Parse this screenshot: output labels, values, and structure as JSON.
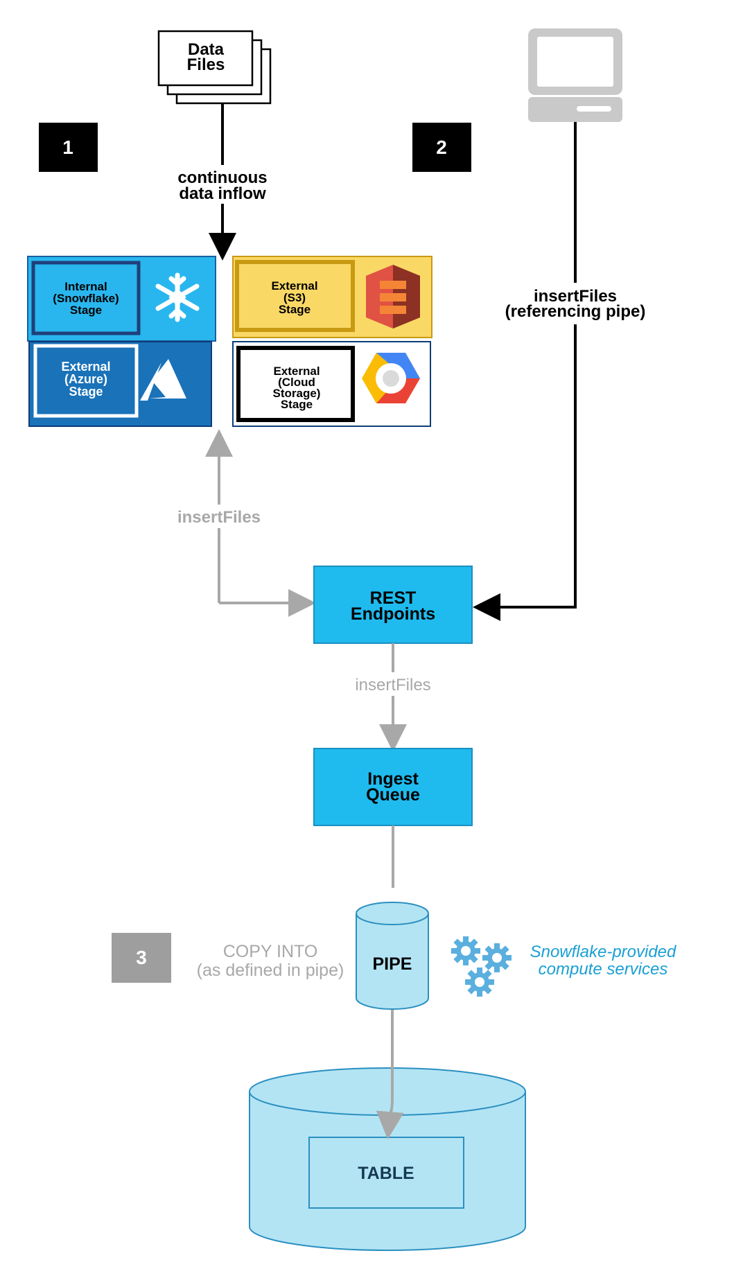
{
  "badges": {
    "one": "1",
    "two": "2",
    "three": "3"
  },
  "data_files": {
    "line1": "Data",
    "line2": "Files"
  },
  "continuous": {
    "line1": "continuous",
    "line2": "data inflow"
  },
  "stages": {
    "internal": {
      "line1": "Internal",
      "line2": "(Snowflake)",
      "line3": "Stage",
      "icon": "snowflake-icon"
    },
    "s3": {
      "line1": "External",
      "line2": "(S3)",
      "line3": "Stage",
      "icon": "amazon-s3-icon"
    },
    "azure": {
      "line1": "External",
      "line2": "(Azure)",
      "line3": "Stage",
      "icon": "azure-icon"
    },
    "gcs": {
      "line1": "External",
      "line2": "(Cloud",
      "line3": "Storage)",
      "line4": "Stage",
      "icon": "google-cloud-icon"
    }
  },
  "client_insert": {
    "line1": "insertFiles",
    "line2": "(referencing pipe)"
  },
  "insert_files_stage": "insertFiles",
  "insert_files_queue": "insertFiles",
  "rest": {
    "line1": "REST",
    "line2": "Endpoints"
  },
  "ingest": {
    "line1": "Ingest",
    "line2": "Queue"
  },
  "copy_into": {
    "line1": "COPY INTO",
    "line2": "(as defined in pipe)"
  },
  "pipe": "PIPE",
  "compute": {
    "line1": "Snowflake-provided",
    "line2": "compute services",
    "icon": "gears-icon"
  },
  "table": "TABLE",
  "colors": {
    "cyan": "#1fbbee",
    "light_blue": "#b3e4f4",
    "pipe_stroke": "#2a8fc0",
    "azure_blue": "#1a72b9",
    "s3_yellow": "#fad866",
    "s3_border": "#c89a12",
    "gray_arrow": "#a8a8a8",
    "compute_text": "#1a9fd4"
  }
}
